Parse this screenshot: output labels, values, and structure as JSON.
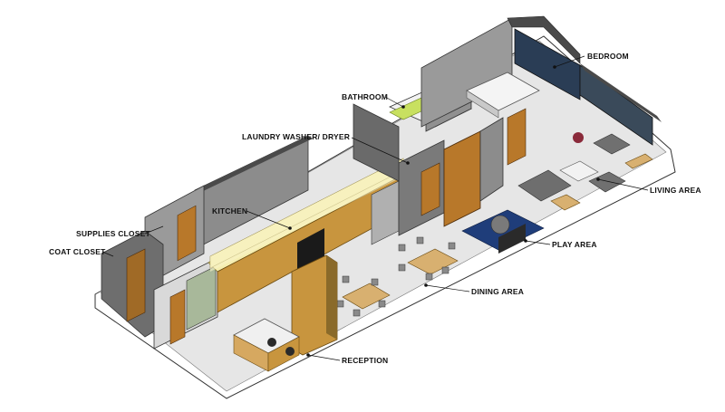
{
  "labels": {
    "bedroom": "BEDROOM",
    "bathroom": "BATHROOM",
    "laundry": "LAUNDRY WASHER/ DRYER",
    "kitchen": "KITCHEN",
    "supplies_closet": "SUPPLIES CLOSET",
    "coat_closet": "COAT CLOSET",
    "living_area": "LIVING AREA",
    "play_area": "PLAY AREA",
    "dining_area": "DINING AREA",
    "reception": "RECEPTION"
  },
  "colors": {
    "floor": "#e6e6e6",
    "wall_top": "#4a4a4a",
    "wall_face": "#8c8c8c",
    "wood": "#b8782a",
    "counter": "#f5eeb0",
    "rug": "#1f3d7a",
    "shower": "#c8e060",
    "glass": "#2a3d55"
  }
}
